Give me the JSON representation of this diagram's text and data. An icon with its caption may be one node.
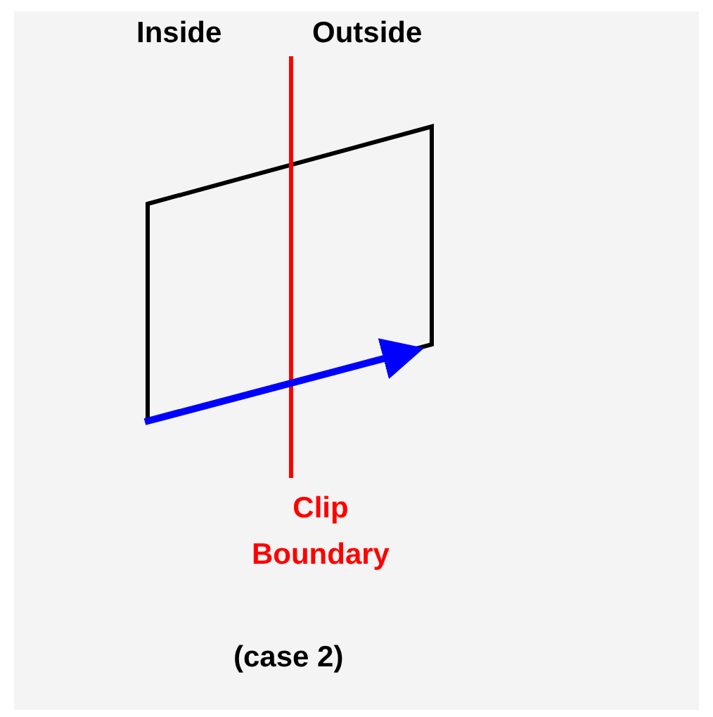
{
  "diagram": {
    "caption": "(case 2)",
    "labels": [
      "Inside",
      "Outside",
      "Clip Boundary"
    ]
  }
}
